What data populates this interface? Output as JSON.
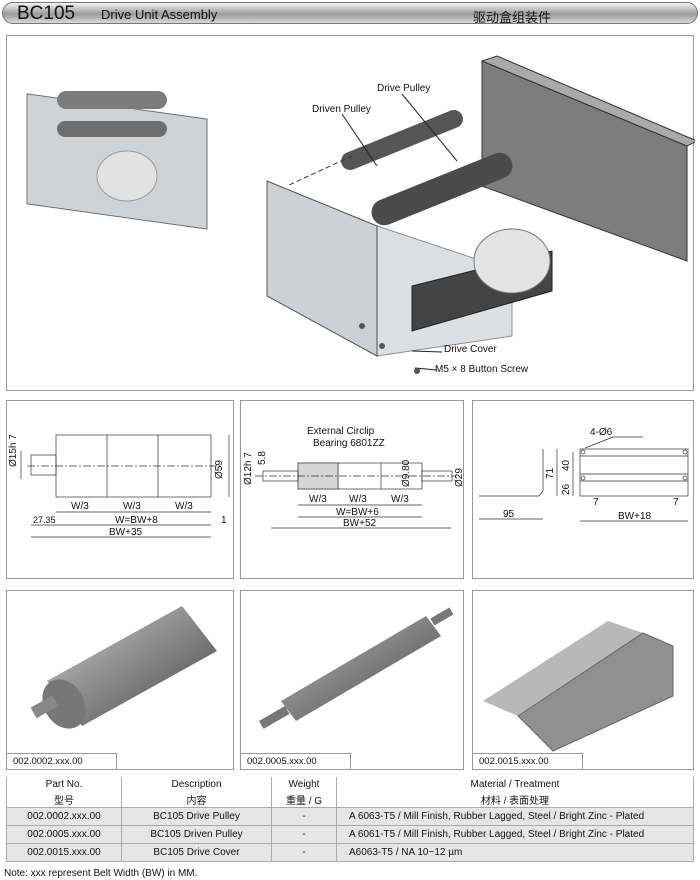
{
  "header": {
    "code": "BC105",
    "title": "Drive Unit Assembly",
    "title_cn": "驱动盒组装件"
  },
  "assembly": {
    "labels": {
      "drive_pulley": "Drive Pulley",
      "driven_pulley": "Driven Pulley",
      "drive_cover": "Drive Cover",
      "screw": "M5 × 8 Button Screw"
    }
  },
  "drawings": {
    "drive_pulley": {
      "shaft_dia": "Ø15h 7",
      "dia": "Ø59",
      "w3": "W/3",
      "w": "W=BW+8",
      "offset": "27.35",
      "gap": "1",
      "total": "BW+35"
    },
    "driven_pulley": {
      "circlip": "External Circlip",
      "bearing": "Bearing 6801ZZ",
      "shaft_dia": "Ø12h 7",
      "flat": "5.8",
      "inner_dia": "Ø9.80",
      "dia": "Ø29",
      "w3": "W/3",
      "w": "W=BW+6",
      "total": "BW+52"
    },
    "drive_cover": {
      "holes": "4-Ø6",
      "h1": "71",
      "h2": "40",
      "h3": "26",
      "depth": "95",
      "edge": "7",
      "total": "BW+18"
    }
  },
  "photos": [
    {
      "part_no": "002.0002.xxx.00"
    },
    {
      "part_no": "002.0005.xxx.00"
    },
    {
      "part_no": "002.0015.xxx.00"
    }
  ],
  "table": {
    "headers": [
      {
        "en": "Part No.",
        "cn": "型号"
      },
      {
        "en": "Description",
        "cn": "内容"
      },
      {
        "en": "Weight",
        "cn": "重量 / G"
      },
      {
        "en": "Material / Treatment",
        "cn": "材料 / 表面处理"
      }
    ],
    "rows": [
      [
        "002.0002.xxx.00",
        "BC105 Drive Pulley",
        "-",
        "A 6063-T5 / Mill Finish, Rubber Lagged, Steel / Bright Zinc - Plated"
      ],
      [
        "002.0005.xxx.00",
        "BC105 Driven Pulley",
        "-",
        "A 6061-T5 / Mill Finish, Rubber Lagged, Steel / Bright Zinc - Plated"
      ],
      [
        "002.0015.xxx.00",
        "BC105 Drive Cover",
        "-",
        "A6063-T5 / NA 10~12 µm"
      ]
    ]
  },
  "note": "Note: xxx represent Belt Width (BW) in MM."
}
